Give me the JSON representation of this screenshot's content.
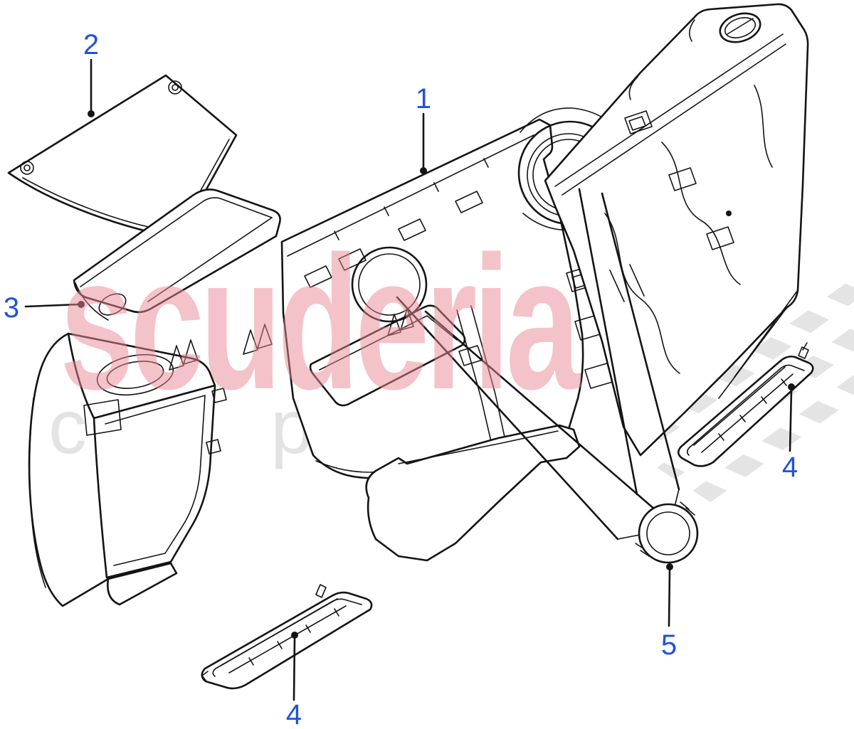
{
  "figure": {
    "description": "Exploded line-art parts diagram of a vehicle dashboard fascia with numbered callouts"
  },
  "watermark": {
    "brand_text": "scuderia",
    "brand_color": "#e98995",
    "sub_text": "car parts",
    "sub_color": "#e3e3e3",
    "checker_color": "#e4e4e4"
  },
  "colors": {
    "callout_blue": "#2152d9",
    "line_black": "#141414",
    "background": "#ffffff"
  },
  "callouts": [
    {
      "id": "callout-1",
      "label": "1",
      "part": "fascia-main-assembly"
    },
    {
      "id": "callout-2",
      "label": "2",
      "part": "glovebox-lid-panel"
    },
    {
      "id": "callout-3",
      "label": "3",
      "part": "grab-rail"
    },
    {
      "id": "callout-4-bottom",
      "label": "4",
      "part": "demister-vent-grille"
    },
    {
      "id": "callout-4-right",
      "label": "4",
      "part": "demister-vent-grille"
    },
    {
      "id": "callout-5",
      "label": "5",
      "part": "vent-ring-bezel"
    }
  ]
}
